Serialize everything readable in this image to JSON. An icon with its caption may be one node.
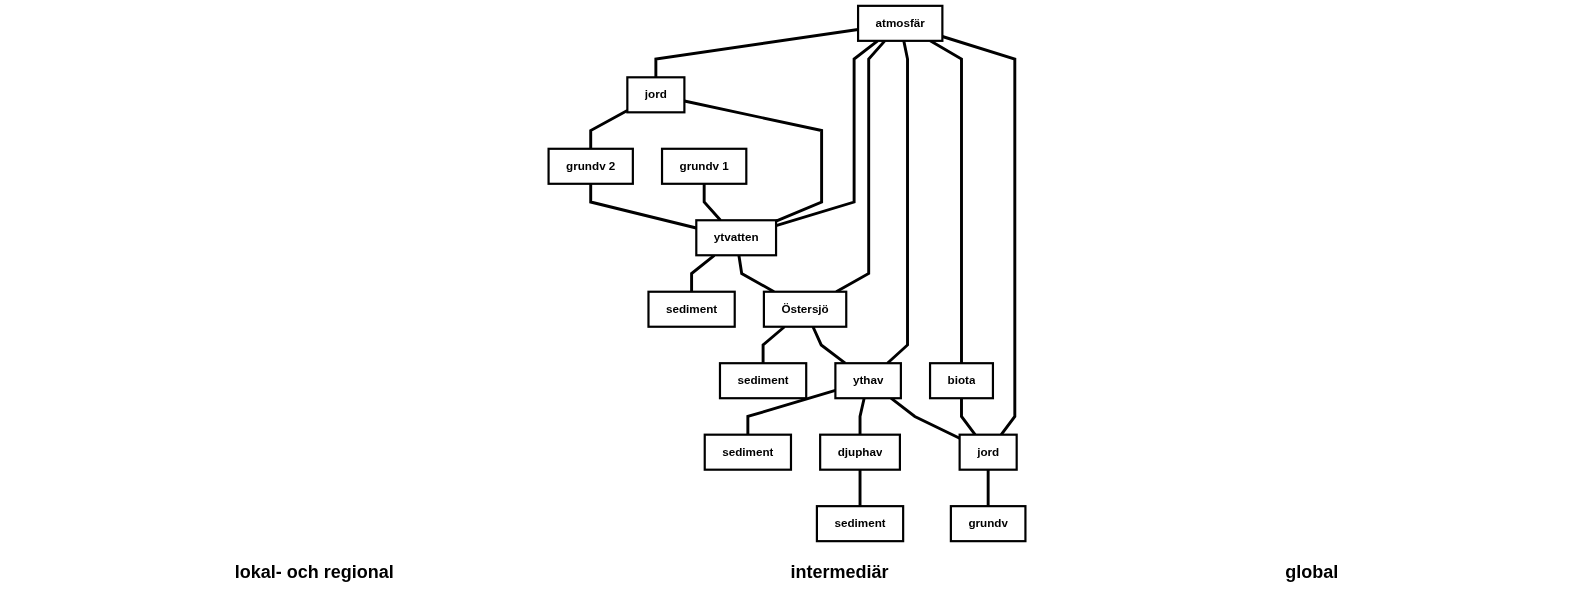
{
  "diagram": {
    "nodes": [
      {
        "text": [
          "atmosfär"
        ]
      },
      {
        "text": [
          "jord"
        ]
      },
      {
        "text": [
          "grundv 2"
        ]
      },
      {
        "text": [
          "grundv 1"
        ]
      },
      {
        "text": [
          "ytvatten"
        ]
      },
      {
        "text": [
          "sediment"
        ]
      },
      {
        "text": [
          "Östersjö"
        ]
      },
      {
        "text": [
          "sediment"
        ]
      },
      {
        "text": [
          "ythav"
        ]
      },
      {
        "text": [
          "sediment"
        ]
      },
      {
        "text": [
          "djuphav"
        ]
      },
      {
        "text": [
          "sediment"
        ]
      },
      {
        "text": [
          "biota"
        ]
      },
      {
        "text": [
          "jord"
        ]
      },
      {
        "text": [
          "grundv"
        ]
      }
    ],
    "edges": [
      {
        "from": 0,
        "to": 1,
        "arrow": "none"
      },
      {
        "from": 0,
        "to": 4,
        "arrow": "none"
      },
      {
        "from": 0,
        "to": 6,
        "arrow": "none"
      },
      {
        "from": 0,
        "to": 8,
        "arrow": "none"
      },
      {
        "from": 0,
        "to": 12,
        "arrow": "none"
      },
      {
        "from": 0,
        "to": 13,
        "arrow": "none"
      },
      {
        "from": 1,
        "to": 2,
        "arrow": "none"
      },
      {
        "from": 1,
        "to": 4,
        "arrow": "none"
      },
      {
        "from": 2,
        "to": 4,
        "arrow": "none"
      },
      {
        "from": 3,
        "to": 4,
        "arrow": "none"
      },
      {
        "from": 4,
        "to": 5,
        "arrow": "none"
      },
      {
        "from": 4,
        "to": 6,
        "arrow": "none"
      },
      {
        "from": 6,
        "to": 7,
        "arrow": "none"
      },
      {
        "from": 6,
        "to": 8,
        "arrow": "none"
      },
      {
        "from": 8,
        "to": 9,
        "arrow": "none"
      },
      {
        "from": 8,
        "to": 10,
        "arrow": "none"
      },
      {
        "from": 10,
        "to": 11,
        "arrow": "none"
      },
      {
        "from": 8,
        "to": 13,
        "arrow": "none"
      },
      {
        "from": 12,
        "to": 13,
        "arrow": "none"
      },
      {
        "from": 13,
        "to": 14,
        "arrow": "none"
      }
    ],
    "labels": [
      "lokal- och regional",
      "intermediär",
      "global"
    ]
  }
}
